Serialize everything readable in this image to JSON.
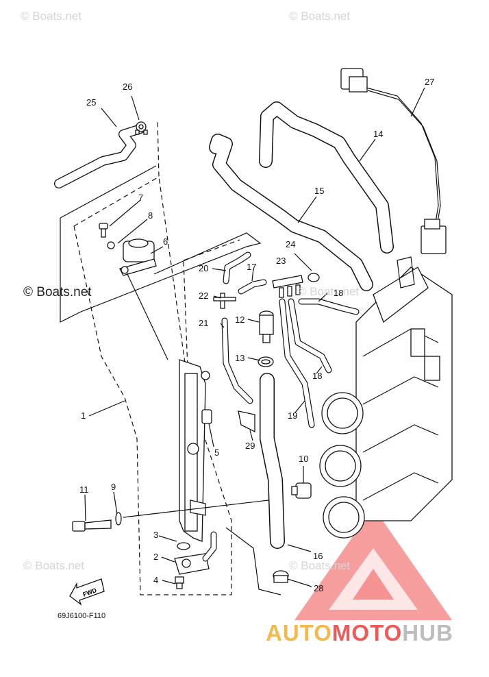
{
  "watermarks": {
    "top_left": "© Boats.net",
    "top_right": "© Boats.net",
    "mid_left": "© Boats.net",
    "mid_right": "© Boats.net",
    "bottom_left": "© Boats.net",
    "bottom_right": "© Boats.net"
  },
  "callouts": {
    "c1": "1",
    "c2": "2",
    "c3": "3",
    "c4": "4",
    "c5": "5",
    "c6": "6",
    "c7": "7",
    "c8": "8",
    "c9": "9",
    "c10": "10",
    "c11": "11",
    "c12": "12",
    "c13": "13",
    "c14": "14",
    "c15": "15",
    "c16": "16",
    "c17": "17",
    "c18a": "18",
    "c18b": "18",
    "c19": "19",
    "c20": "20",
    "c21": "21",
    "c22": "22",
    "c23": "23",
    "c24": "24",
    "c25": "25",
    "c26": "26",
    "c27": "27",
    "c28": "28",
    "c29": "29"
  },
  "fwd_label": "FWD",
  "diagram_code": "69J6100-F110",
  "brand": {
    "part1": "AUTO",
    "part2": "MOTO",
    "part3": "HUB"
  },
  "colors": {
    "brand_orange": "#f3b94d",
    "brand_red": "#ec5a5a",
    "brand_gray": "#bdbdbd"
  }
}
